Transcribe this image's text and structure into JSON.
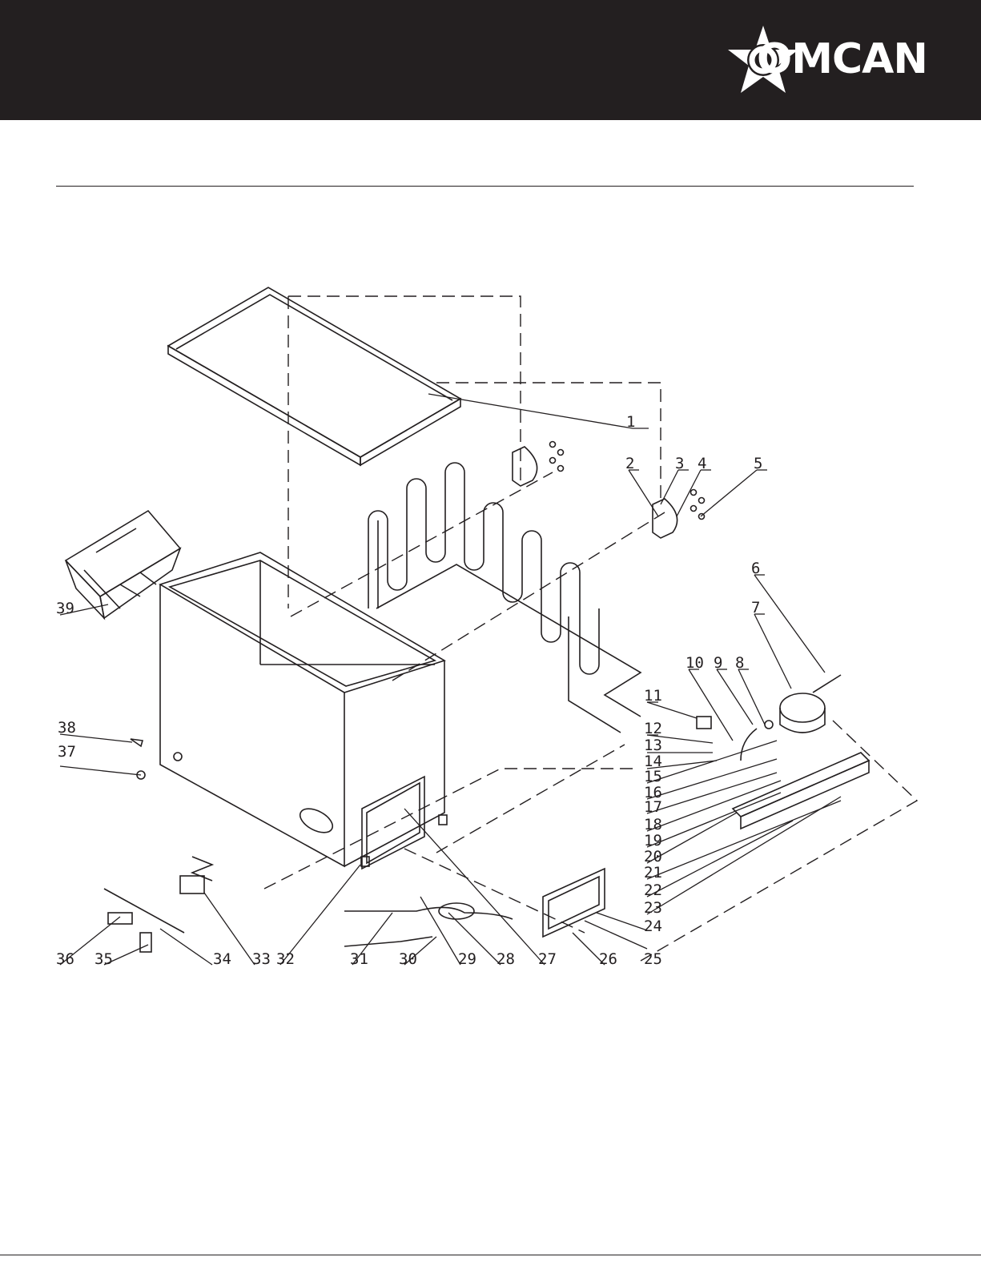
{
  "brand": {
    "name": "OMCAN"
  },
  "diagram": {
    "callouts": [
      {
        "id": "1",
        "text": "1"
      },
      {
        "id": "2",
        "text": "2"
      },
      {
        "id": "3",
        "text": "3"
      },
      {
        "id": "4",
        "text": "4"
      },
      {
        "id": "5",
        "text": "5"
      },
      {
        "id": "6",
        "text": "6"
      },
      {
        "id": "7",
        "text": "7"
      },
      {
        "id": "8",
        "text": "8"
      },
      {
        "id": "9",
        "text": "9"
      },
      {
        "id": "10",
        "text": "10"
      },
      {
        "id": "11",
        "text": "11"
      },
      {
        "id": "12",
        "text": "12"
      },
      {
        "id": "13",
        "text": "13"
      },
      {
        "id": "14",
        "text": "14"
      },
      {
        "id": "15",
        "text": "15"
      },
      {
        "id": "16",
        "text": "16"
      },
      {
        "id": "17",
        "text": "17"
      },
      {
        "id": "18",
        "text": "18"
      },
      {
        "id": "19",
        "text": "19"
      },
      {
        "id": "20",
        "text": "20"
      },
      {
        "id": "21",
        "text": "21"
      },
      {
        "id": "22",
        "text": "22"
      },
      {
        "id": "23",
        "text": "23"
      },
      {
        "id": "24",
        "text": "24"
      },
      {
        "id": "25",
        "text": "25"
      },
      {
        "id": "26",
        "text": "26"
      },
      {
        "id": "27",
        "text": "27"
      },
      {
        "id": "28",
        "text": "28"
      },
      {
        "id": "29",
        "text": "29"
      },
      {
        "id": "30",
        "text": "30"
      },
      {
        "id": "31",
        "text": "31"
      },
      {
        "id": "32",
        "text": "32"
      },
      {
        "id": "33",
        "text": "33"
      },
      {
        "id": "34",
        "text": "34"
      },
      {
        "id": "35",
        "text": "35"
      },
      {
        "id": "36",
        "text": "36"
      },
      {
        "id": "37",
        "text": "37"
      },
      {
        "id": "38",
        "text": "38"
      },
      {
        "id": "39",
        "text": "39"
      }
    ]
  }
}
